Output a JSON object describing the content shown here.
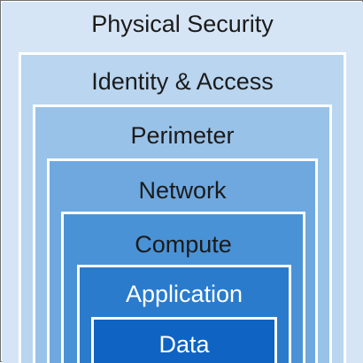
{
  "layers": [
    {
      "label": "Physical Security",
      "fill": "#d6e5f5",
      "text_color": "#1b1b1b"
    },
    {
      "label": "Identity & Access",
      "fill": "#b9d5ef",
      "text_color": "#1b1b1b"
    },
    {
      "label": "Perimeter",
      "fill": "#99c2e8",
      "text_color": "#1b1b1b"
    },
    {
      "label": "Network",
      "fill": "#6ea8df",
      "text_color": "#1b1b1b"
    },
    {
      "label": "Compute",
      "fill": "#4a92d6",
      "text_color": "#1b1b1b"
    },
    {
      "label": "Application",
      "fill": "#2a7bcc",
      "text_color": "#ffffff"
    },
    {
      "label": "Data",
      "fill": "#0f63c2",
      "text_color": "#ffffff"
    }
  ]
}
